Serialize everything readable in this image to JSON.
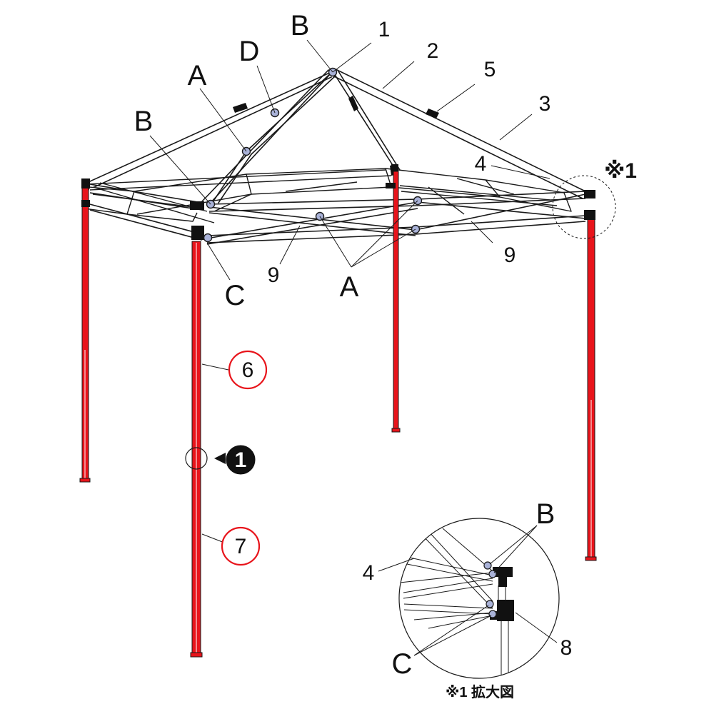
{
  "colors": {
    "frame_stroke": "#1a1a1a",
    "frame_fill": "#ffffff",
    "leg_red": "#e8141b",
    "joint_fill": "#a9b2d8",
    "bracket_black": "#111111",
    "callout_red": "#e8141b"
  },
  "labels": {
    "B_top": "B",
    "n1": "1",
    "D": "D",
    "n2": "2",
    "A_top": "A",
    "n5": "5",
    "n3": "3",
    "B_left": "B",
    "n4": "4",
    "note1": "※1",
    "n9_left": "9",
    "n9_right": "9",
    "C_left": "C",
    "A_mid": "A",
    "n6": "6",
    "detail1": "1",
    "n7": "7"
  },
  "inset": {
    "B": "B",
    "n4": "4",
    "n8": "8",
    "C": "C",
    "caption": "※1  拡大図"
  },
  "icons": {
    "detail_marker": "filled-circle-number",
    "pointer": "left-triangle-arrow"
  }
}
